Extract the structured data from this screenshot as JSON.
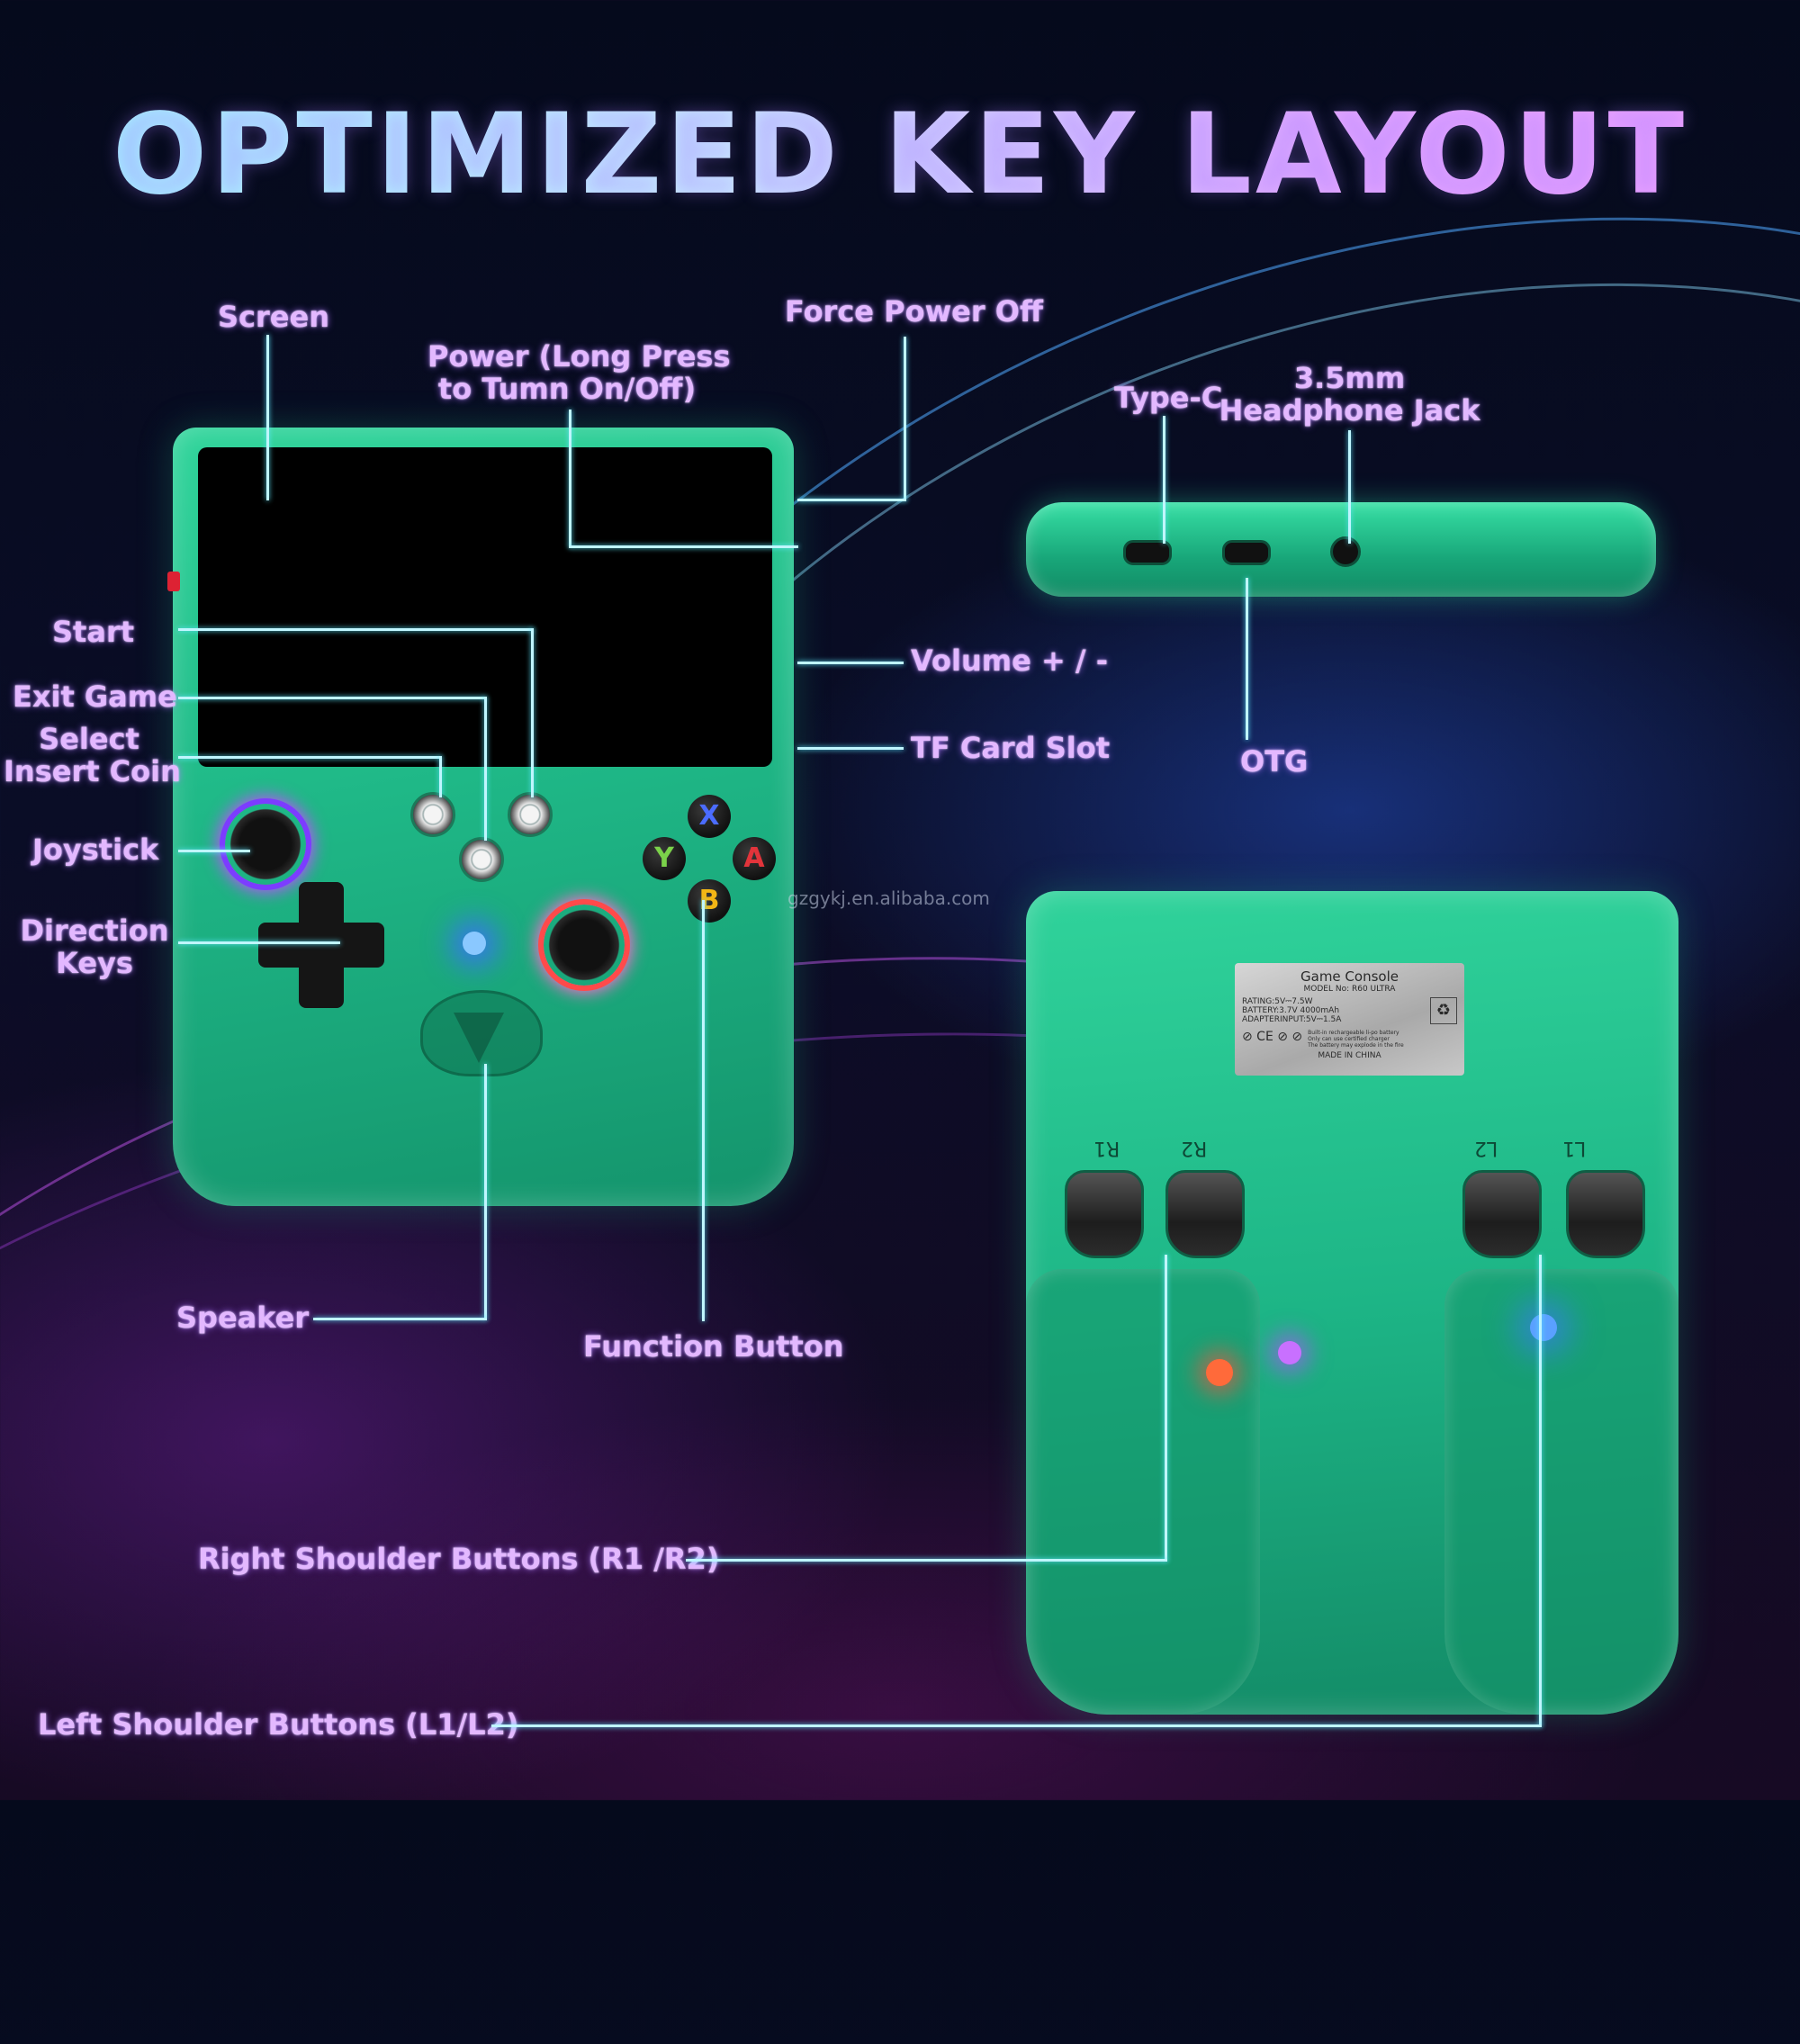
{
  "title": "OPTIMIZED KEY LAYOUT",
  "labels": {
    "screen": "Screen",
    "power": "Power (Long Press\nto Tumn On/Off)",
    "force_power_off": "Force Power Off",
    "type_c": "Type-C",
    "headphone_jack": "3.5mm\nHeadphone Jack",
    "start": "Start",
    "exit_game": "Exit Game",
    "select_insert_coin": "Select\nInsert Coin",
    "joystick": "Joystick",
    "direction_keys": "Direction\nKeys",
    "volume": "Volume + / -",
    "tf_card_slot": "TF Card Slot",
    "otg": "OTG",
    "speaker": "Speaker",
    "function_button": "Function Button",
    "right_shoulder": "Right Shoulder Buttons (R1 /R2)",
    "left_shoulder": "Left Shoulder Buttons (L1/L2)"
  },
  "face_buttons": {
    "x": "X",
    "y": "Y",
    "a": "A",
    "b": "B"
  },
  "shoulder_labels": {
    "r1": "R1",
    "r2": "R2",
    "l2": "L2",
    "l1": "L1"
  },
  "spec_label": {
    "title": "Game Console",
    "model": "MODEL No: R60 ULTRA",
    "rating": "RATING:5V⎓7.5W",
    "battery": "BATTERY:3.7V 4000mAh",
    "adapter": "ADAPTERINPUT:5V⎓1.5A",
    "note1": "Built-in rechargeable li-po battery",
    "note2": "Only can use certified charger",
    "note3": "The battery may explode in the fire",
    "made_in": "MADE IN CHINA"
  },
  "watermark": "gzgykj.en.alibaba.com",
  "colors": {
    "accent_line": "#bff6ff",
    "label_text": "#e3b8ff",
    "shell": "#1fb887"
  }
}
